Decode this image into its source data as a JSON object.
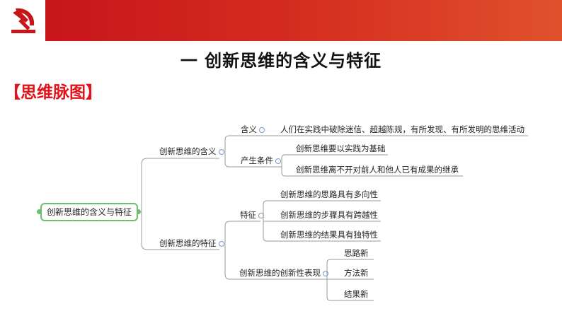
{
  "slide": {
    "title": "一  创新思维的含义与特征",
    "section_label": "【思维脉图】"
  },
  "mindmap": {
    "root": "创新思维的含义与特征",
    "branch1": {
      "label": "创新思维的含义",
      "meaning_label": "含义",
      "meaning_text": "人们在实践中破除迷信、超越陈规，有所发现、有所发明的思维活动",
      "conditions_label": "产生条件",
      "conditions": [
        "创新思维要以实践为基础",
        "创新思维离不开对前人和他人已有成果的继承"
      ]
    },
    "branch2": {
      "label": "创新思维的特征",
      "features_label": "特征",
      "features": [
        "创新思维的思路具有多向性",
        "创新思维的步骤具有跨越性",
        "创新思维的结果具有独特性"
      ],
      "expression_label": "创新思维的创新性表现",
      "expressions": [
        "思路新",
        "方法新",
        "结果新"
      ]
    }
  },
  "colors": {
    "header_red": "#c8151b",
    "label_red": "#e0141b",
    "root_border": "#6abf6a",
    "line": "#9a9a9a"
  }
}
